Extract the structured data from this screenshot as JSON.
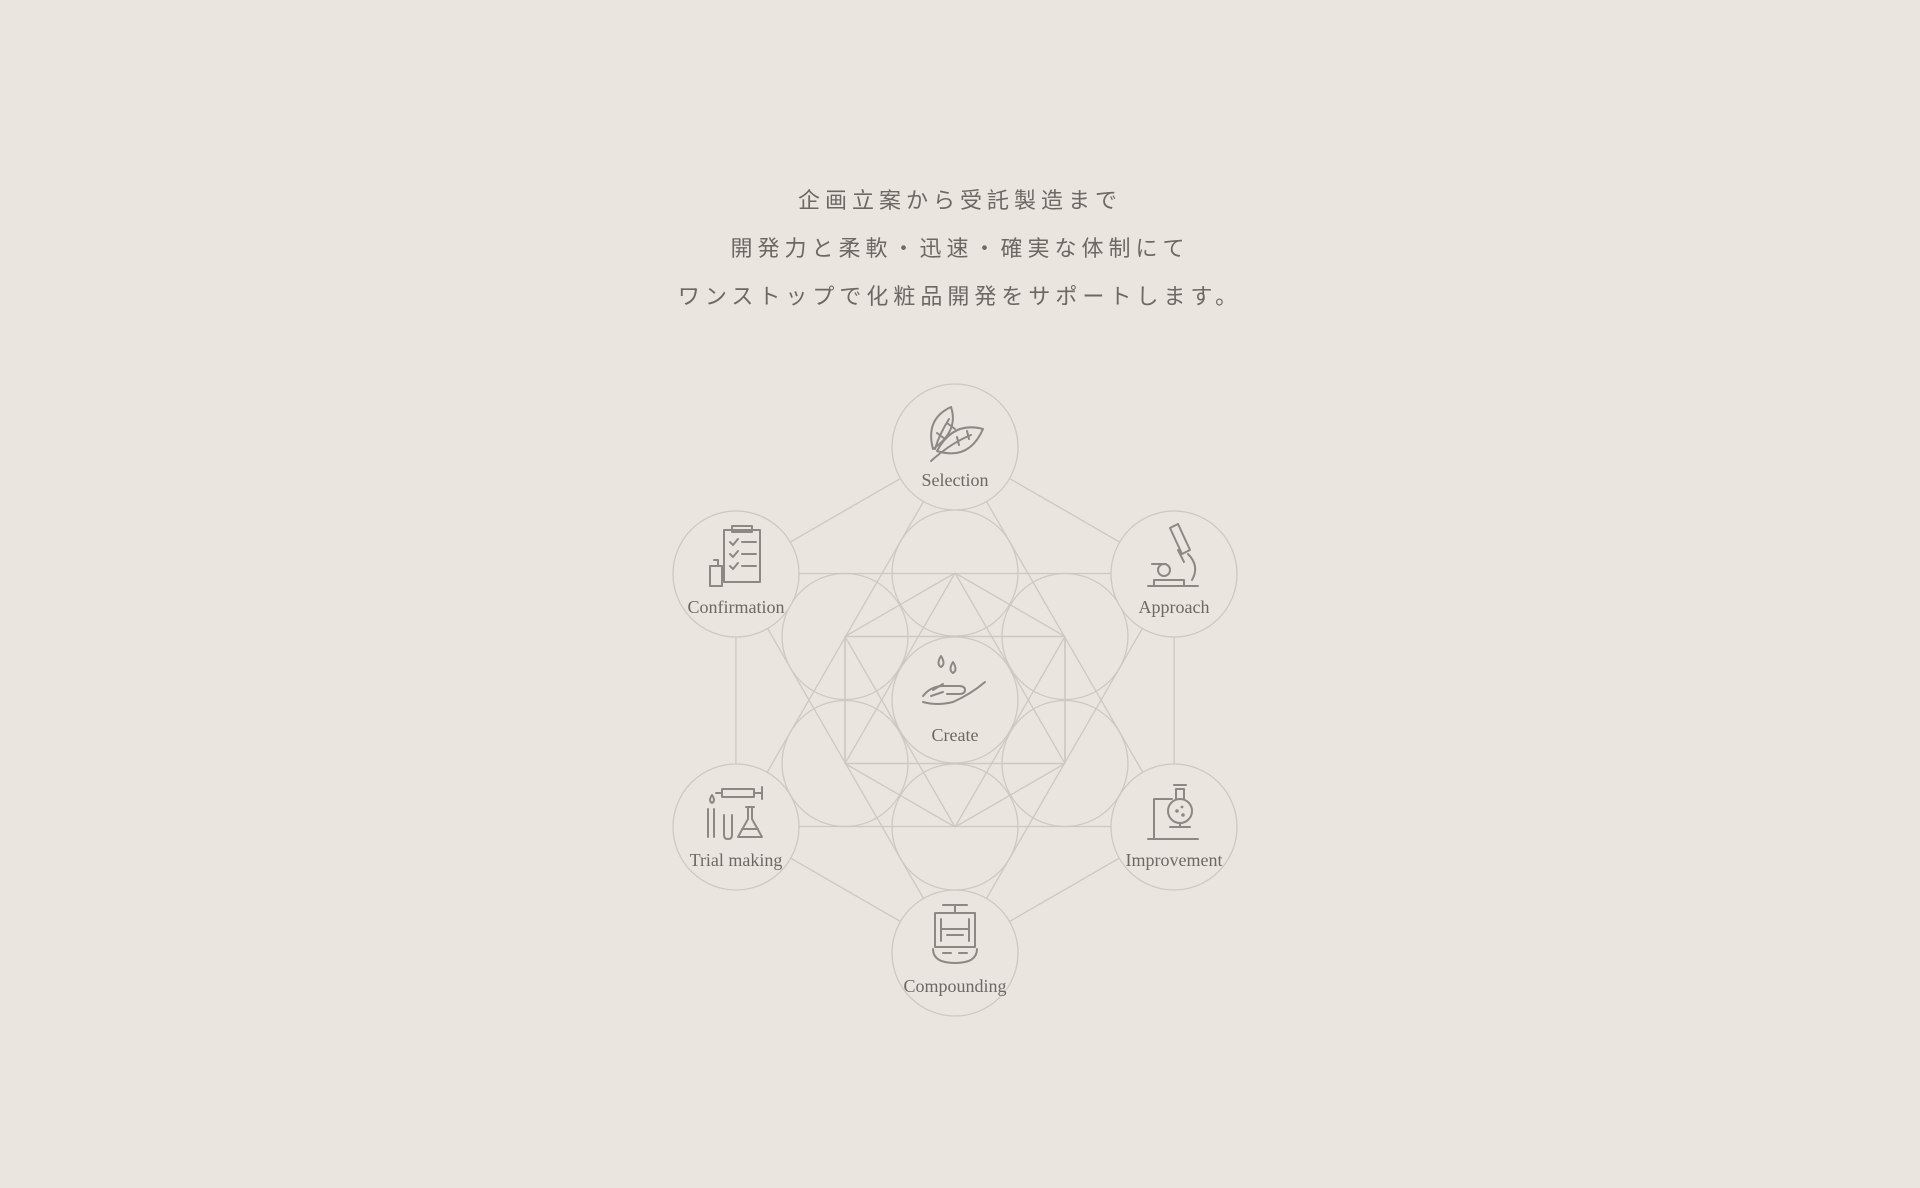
{
  "intro": {
    "line1": "企画立案から受託製造まで",
    "line2": "開発力と柔軟・迅速・確実な体制にて",
    "line3": "ワンストップで化粧品開発をサポートします。"
  },
  "diagram": {
    "center": {
      "label": "Create",
      "icon": "hand-drops-icon"
    },
    "nodes": [
      {
        "id": "selection",
        "label": "Selection",
        "icon": "leaves-icon"
      },
      {
        "id": "approach",
        "label": "Approach",
        "icon": "microscope-icon"
      },
      {
        "id": "improvement",
        "label": "Improvement",
        "icon": "flask-stand-icon"
      },
      {
        "id": "compounding",
        "label": "Compounding",
        "icon": "press-machine-icon"
      },
      {
        "id": "trial-making",
        "label": "Trial making",
        "icon": "lab-tools-icon"
      },
      {
        "id": "confirmation",
        "label": "Confirmation",
        "icon": "clipboard-checklist-icon"
      }
    ],
    "colors": {
      "background": "#eae5df",
      "line": "#cdc8c2",
      "icon": "#8d8883",
      "text": "#6d6863"
    }
  }
}
